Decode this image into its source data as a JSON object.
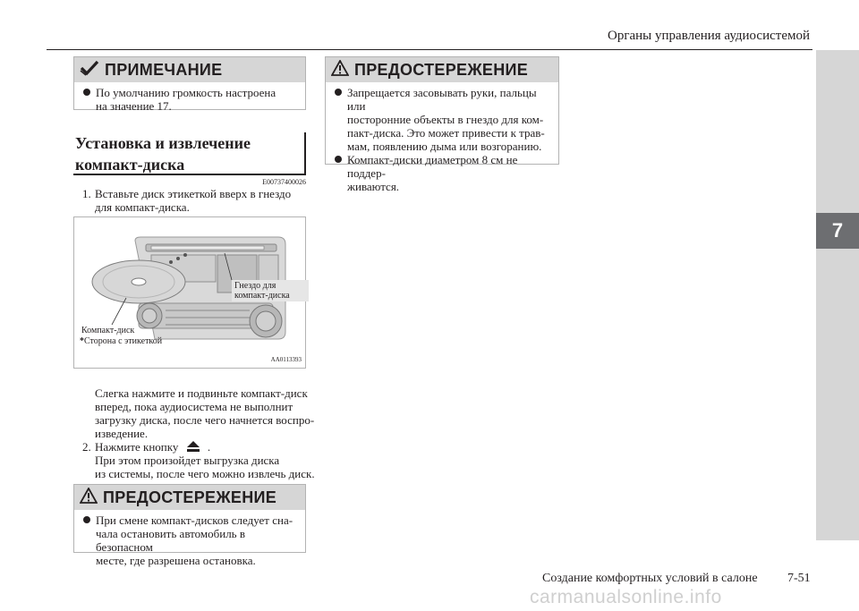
{
  "header": {
    "title": "Органы управления аудиосистемой",
    "chapter_number": "7"
  },
  "note": {
    "heading": "ПРИМЕЧАНИЕ",
    "line1": "По умолчанию громкость настроена",
    "line2": "на значение 17."
  },
  "warning_top": {
    "heading": "ПРЕДОСТЕРЕЖЕНИЕ",
    "item1_lines": [
      "Запрещается засовывать руки, пальцы или",
      "посторонние объекты в гнездо для ком-",
      "пакт-диска. Это может привести к трав-",
      "мам, появлению дыма или возгоранию."
    ],
    "item2_lines": [
      "Компакт-диски диаметром 8 см не поддер-",
      "живаются."
    ]
  },
  "section": {
    "title_line1": "Установка и извлечение",
    "title_line2": "компакт-диска",
    "code": "E00737400026"
  },
  "steps": {
    "step1_num": "1.",
    "step1_line1": "Вставьте диск этикеткой вверх в гнездо",
    "step1_line2": "для компакт-диска.",
    "para_lines": [
      "Слегка нажмите и подвиньте компакт-диск",
      "вперед, пока аудиосистема не выполнит",
      "загрузку диска, после чего начнется воспро-",
      "изведение."
    ],
    "step2_num": "2.",
    "step2_text": "Нажмите кнопку",
    "step2_end": ".",
    "step2_lines": [
      "При этом произойдет выгрузка диска",
      "из системы, после чего можно извлечь диск."
    ]
  },
  "figure": {
    "label_slot_1": "Гнездо для",
    "label_slot_2": "компакт-диска",
    "label_disc": "Компакт-диск",
    "label_side_star": "*",
    "label_side": "Сторона с этикеткой",
    "code": "AA0113393"
  },
  "warning_bottom": {
    "heading": "ПРЕДОСТЕРЕЖЕНИЕ",
    "lines": [
      "При смене компакт-дисков следует сна-",
      "чала остановить автомобиль в безопасном",
      "месте, где разрешена остановка."
    ]
  },
  "footer": {
    "section_title": "Создание комфортных условий в салоне",
    "page_number": "7-51",
    "watermark": "carmanualsonline.info"
  }
}
